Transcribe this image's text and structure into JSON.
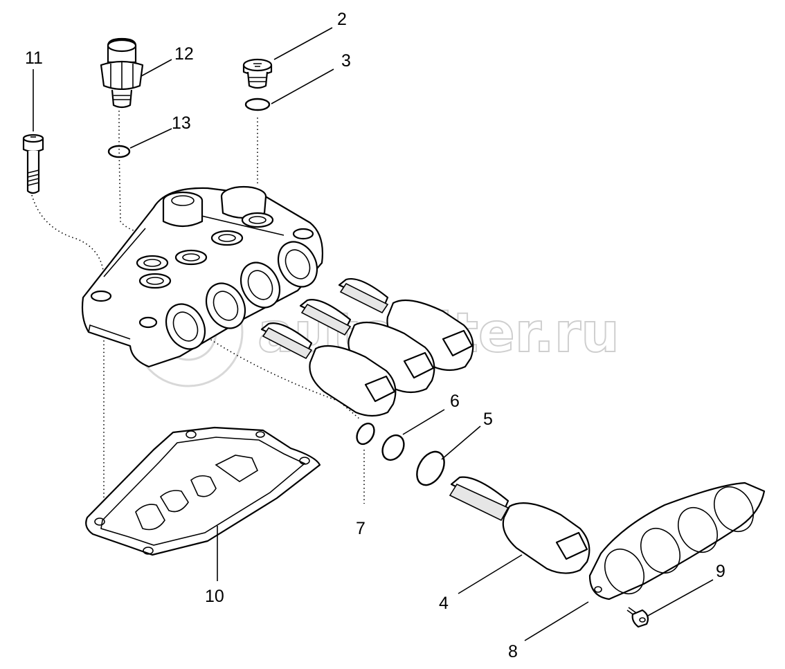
{
  "watermark": "autopiter.ru",
  "callouts": [
    {
      "id": "2",
      "text": "2"
    },
    {
      "id": "3",
      "text": "3"
    },
    {
      "id": "4",
      "text": "4"
    },
    {
      "id": "5",
      "text": "5"
    },
    {
      "id": "6",
      "text": "6"
    },
    {
      "id": "7",
      "text": "7"
    },
    {
      "id": "8",
      "text": "8"
    },
    {
      "id": "9",
      "text": "9"
    },
    {
      "id": "10",
      "text": "10"
    },
    {
      "id": "11",
      "text": "11"
    },
    {
      "id": "12",
      "text": "12"
    },
    {
      "id": "13",
      "text": "13"
    }
  ]
}
